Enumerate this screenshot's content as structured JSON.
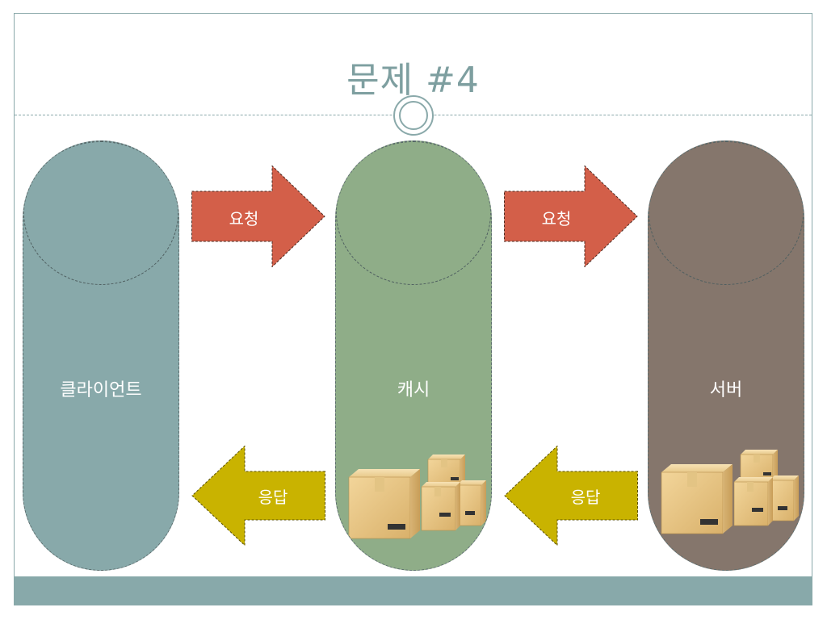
{
  "slide": {
    "title": "문제 #4"
  },
  "nodes": {
    "client": "클라이언트",
    "cache": "캐시",
    "server": "서버"
  },
  "arrows": {
    "request_1": "요청",
    "request_2": "요청",
    "response_1": "응답",
    "response_2": "응답"
  },
  "colors": {
    "accent": "#88a9aa",
    "client": "#88a9aa",
    "cache": "#8fad88",
    "server": "#85766c",
    "request_arrow": "#d35f49",
    "response_arrow": "#c9b300"
  },
  "icons": {
    "cache_boxes": "cardboard-boxes-icon",
    "server_boxes": "cardboard-boxes-icon"
  }
}
